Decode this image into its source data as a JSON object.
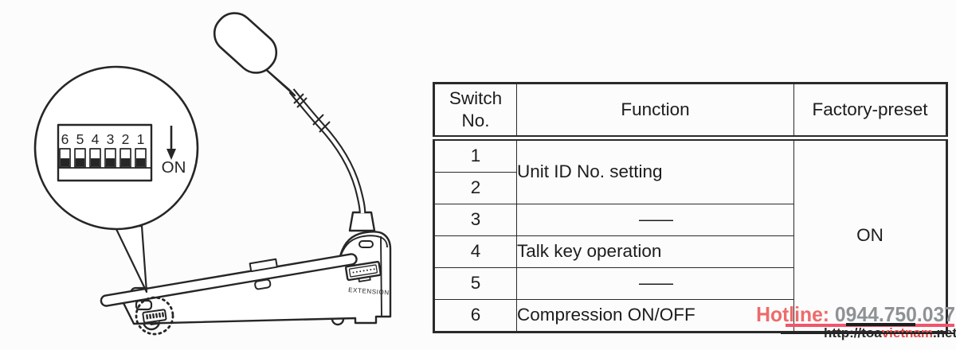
{
  "diagram": {
    "dip_numbers": [
      "6",
      "5",
      "4",
      "3",
      "2",
      "1"
    ],
    "on_label": "ON",
    "extension_label": "EXTENSION"
  },
  "table": {
    "col_headers": [
      "Switch No.",
      "Function",
      "Factory-preset"
    ],
    "switch_numbers": [
      "1",
      "2",
      "3",
      "4",
      "5",
      "6"
    ],
    "functions": {
      "rows_1_2": "Unit ID No. setting",
      "row_3": "——",
      "row_4": "Talk key operation",
      "row_5": "——",
      "row_6": "Compression ON/OFF"
    },
    "factory_preset_all": "ON"
  },
  "watermark": {
    "hotline_label": "Hotline:",
    "hotline_number": " 0944.750.037",
    "url_prefix": "http://toa",
    "url_highlight": "vietnam",
    "url_suffix": ".net",
    "colors": {
      "hotline_label": "#ee6a6a",
      "hotline_number": "#8f9294",
      "underline": "#f0566c",
      "url_highlight": "#e04b4b"
    }
  }
}
